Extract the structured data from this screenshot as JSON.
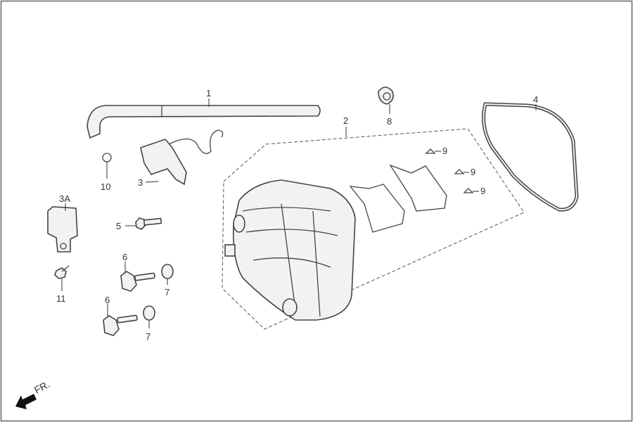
{
  "diagram": {
    "labels": {
      "hose": "1",
      "housing": "2",
      "bracket": "3",
      "bracket_a": "3A",
      "gasket": "4",
      "bolt": "5",
      "mount_bolt_1": "6",
      "mount_bolt_2": "6",
      "washer_1": "7",
      "washer_2": "7",
      "clip_top": "8",
      "clip_9a": "9",
      "clip_9b": "9",
      "clip_9c": "9",
      "hose_clip": "10",
      "bracket_bolt": "11"
    },
    "direction_label": "FR."
  }
}
